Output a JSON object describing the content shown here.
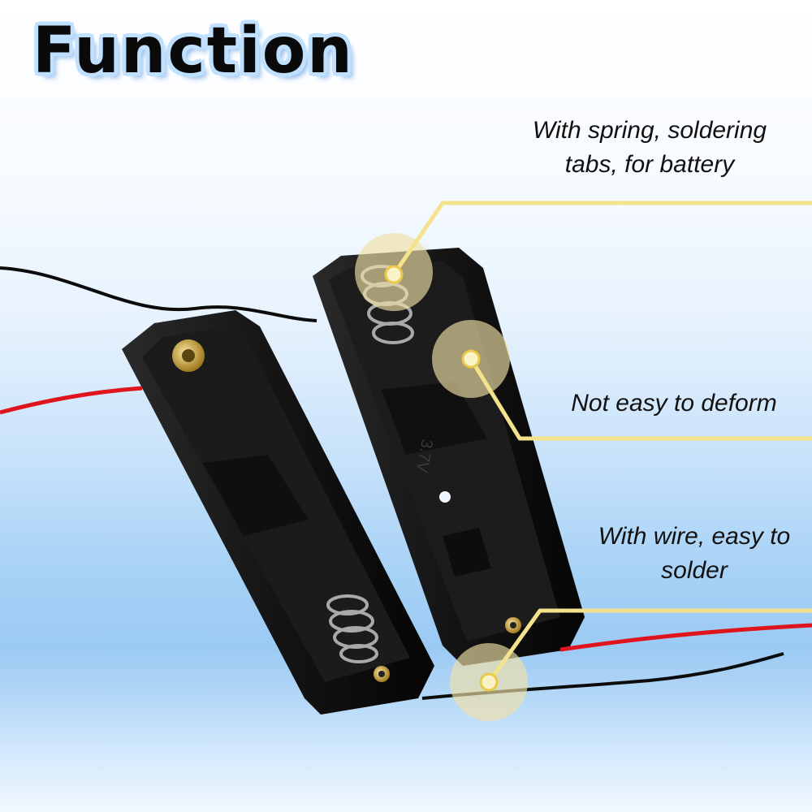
{
  "title": "Function",
  "callouts": {
    "spring": {
      "lines": [
        "With spring, soldering",
        "tabs, for battery"
      ]
    },
    "deform": {
      "lines": [
        "Not easy to deform"
      ]
    },
    "wire": {
      "lines": [
        "With wire, easy to",
        "solder"
      ]
    }
  },
  "product_markings": {
    "voltage": "3.7V"
  },
  "colors": {
    "leader_line": "#f5e28c",
    "highlight_circle": "#efe0a6",
    "holder_body": "#151515",
    "wire_red": "#e0141c",
    "wire_black": "#0c0c0c",
    "contact_brass": "#c9a23a"
  }
}
